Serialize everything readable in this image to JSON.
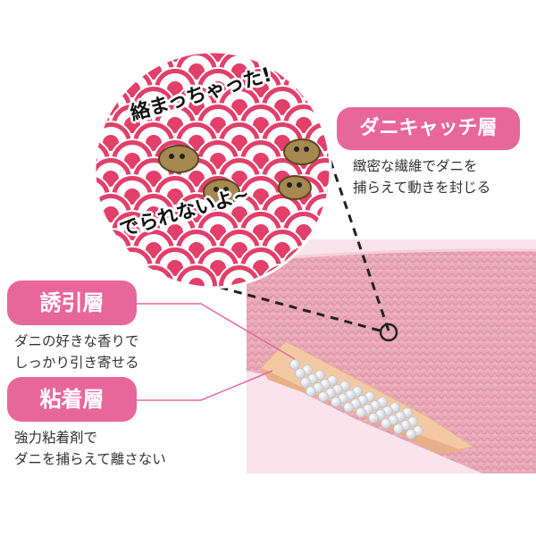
{
  "bubble": {
    "text_top": "絡まっちゃった!",
    "text_bottom": "でられないよ~"
  },
  "labels": {
    "catch_layer": {
      "title": "ダニキャッチ層",
      "desc_line1": "緻密な繊維でダニを",
      "desc_line2": "捕らえて動きを封じる"
    },
    "lure_layer": {
      "title": "誘引層",
      "desc_line1": "ダニの好きな香りで",
      "desc_line2": "しっかり引き寄せる"
    },
    "adhesive_layer": {
      "title": "粘着層",
      "desc_line1": "強力粘着剤で",
      "desc_line2": "ダニを捕らえて離さない"
    }
  },
  "colors": {
    "accent_pink": "#e8679a",
    "fabric_pink": "#e9a9b8",
    "background_pink": "#f8e4ea",
    "adhesive_tan": "#f3c9a4"
  },
  "icons": {
    "mite": "mite-icon",
    "magnifier": "magnifier-circle-icon"
  }
}
